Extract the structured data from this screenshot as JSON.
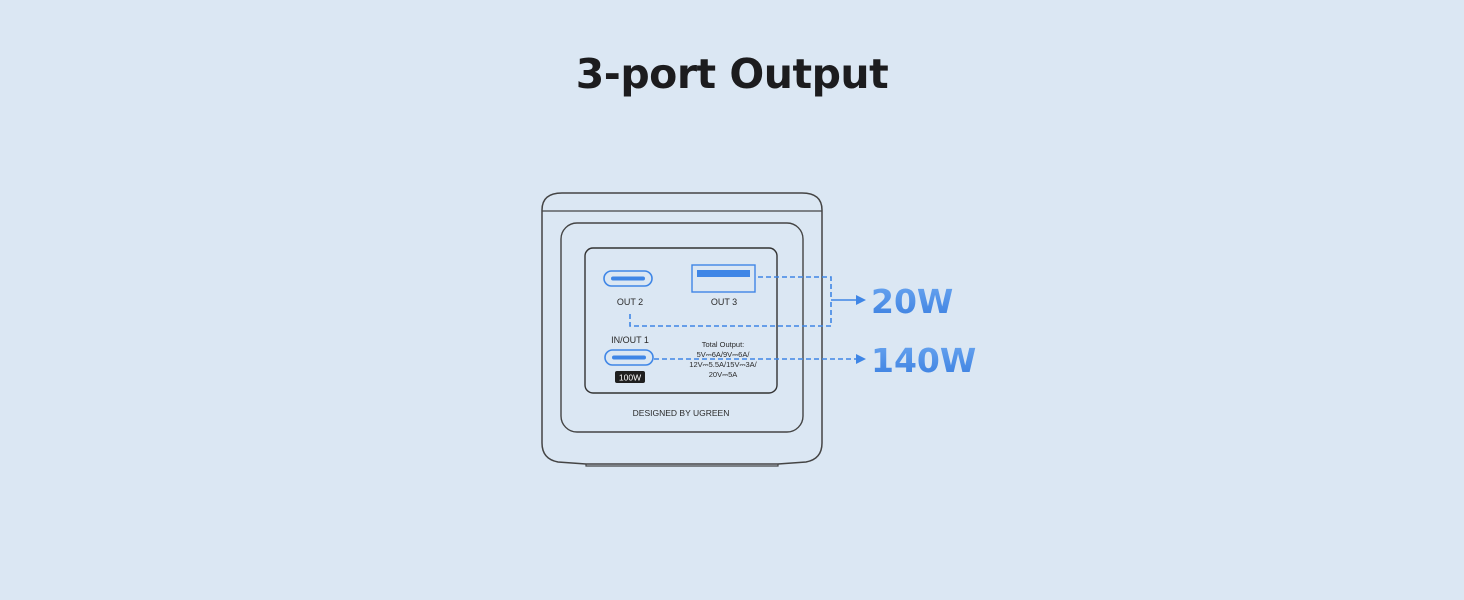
{
  "title": "3-port Output",
  "device": {
    "ports": {
      "out2_label": "OUT 2",
      "out3_label": "OUT 3",
      "inout1_label": "IN/OUT 1",
      "inout1_badge": "100W"
    },
    "spec": {
      "heading": "Total Output:",
      "line1": "5V⎓6A/9V⎓6A/",
      "line2": "12V⎓5.5A/15V⎓3A/",
      "line3": "20V⎓5A"
    },
    "brand": "DESIGNED BY UGREEN"
  },
  "callouts": {
    "upper": "20W",
    "lower": "140W"
  },
  "colors": {
    "background": "#dbe7f3",
    "accent_blue": "#3f86e6",
    "outline": "#444444"
  }
}
